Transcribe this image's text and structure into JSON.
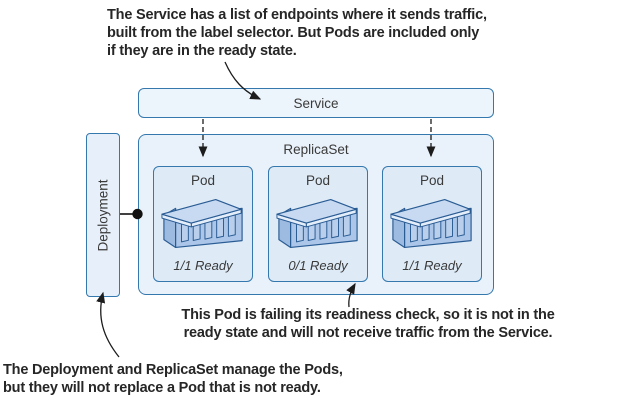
{
  "annotations": {
    "service_note": {
      "lines": [
        "The Service has a list of endpoints where it sends traffic,",
        "built from the label selector. But Pods are included only",
        "if they are in the ready state."
      ]
    },
    "readiness_note": {
      "lines": [
        "This Pod is failing its readiness check, so it is not in the",
        "ready state and will not receive traffic from the Service."
      ]
    },
    "deployment_note": {
      "lines": [
        "The Deployment and ReplicaSet manage the Pods,",
        "but they will not replace a Pod that is not ready."
      ]
    }
  },
  "diagram": {
    "service": {
      "label": "Service"
    },
    "replicaset": {
      "label": "ReplicaSet"
    },
    "deployment": {
      "label": "Deployment"
    },
    "pods": [
      {
        "label": "Pod",
        "status": "1/1 Ready",
        "icon": "container-icon"
      },
      {
        "label": "Pod",
        "status": "0/1 Ready",
        "icon": "container-icon"
      },
      {
        "label": "Pod",
        "status": "1/1 Ready",
        "icon": "container-icon"
      }
    ]
  },
  "colors": {
    "box_border": "#3478ae",
    "service_fill": "#edf5fc",
    "replicaset_fill": "#e9f1fa",
    "pod_fill": "#deebf7",
    "deployment_fill": "#e7f0fa",
    "container_outline": "#2a5c94",
    "container_top_fill": "#c8daf2",
    "container_front_fill": "#abc6e8",
    "arrow_color": "#1c1c1c"
  }
}
